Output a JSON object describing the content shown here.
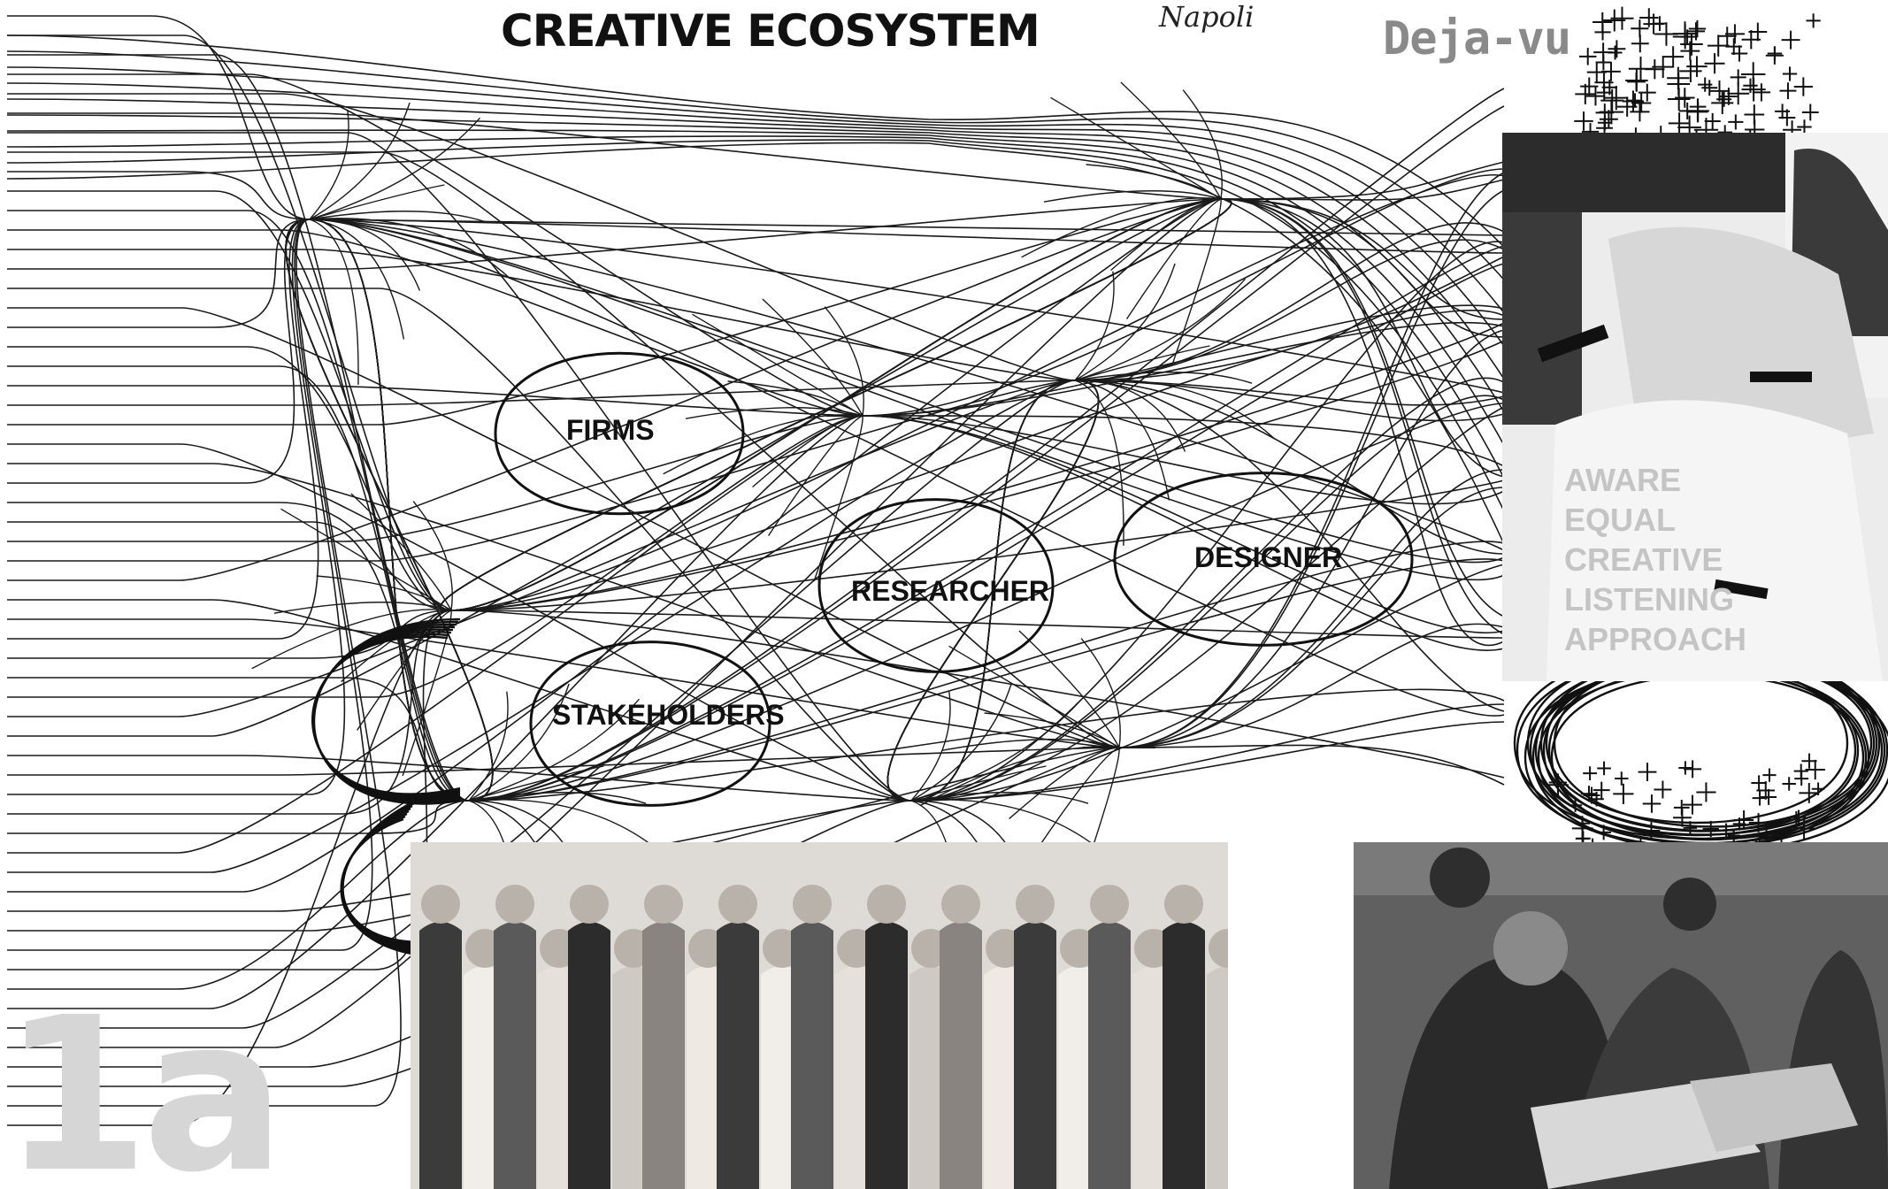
{
  "title": "CREATIVE ECOSYSTEM",
  "signature": "Napoli",
  "brand_text": "Deja-vu",
  "figure_label": "1a",
  "nodes": {
    "firms": "FIRMS",
    "researcher": "RESEARCHER",
    "designer": "DESIGNER",
    "stakeholders": "STAKEHOLDERS"
  },
  "values_words": [
    "AWARE",
    "EQUAL",
    "CREATIVE",
    "LISTENING",
    "APPROACH"
  ],
  "photos": {
    "top_right": "workshop-table-photo",
    "bottom_center": "group-photo",
    "bottom_right": "workshop-participants-photo"
  },
  "colors": {
    "ink": "#111111",
    "label_gray": "#d6d6d6",
    "photo_dark": "#5c5c5c"
  }
}
